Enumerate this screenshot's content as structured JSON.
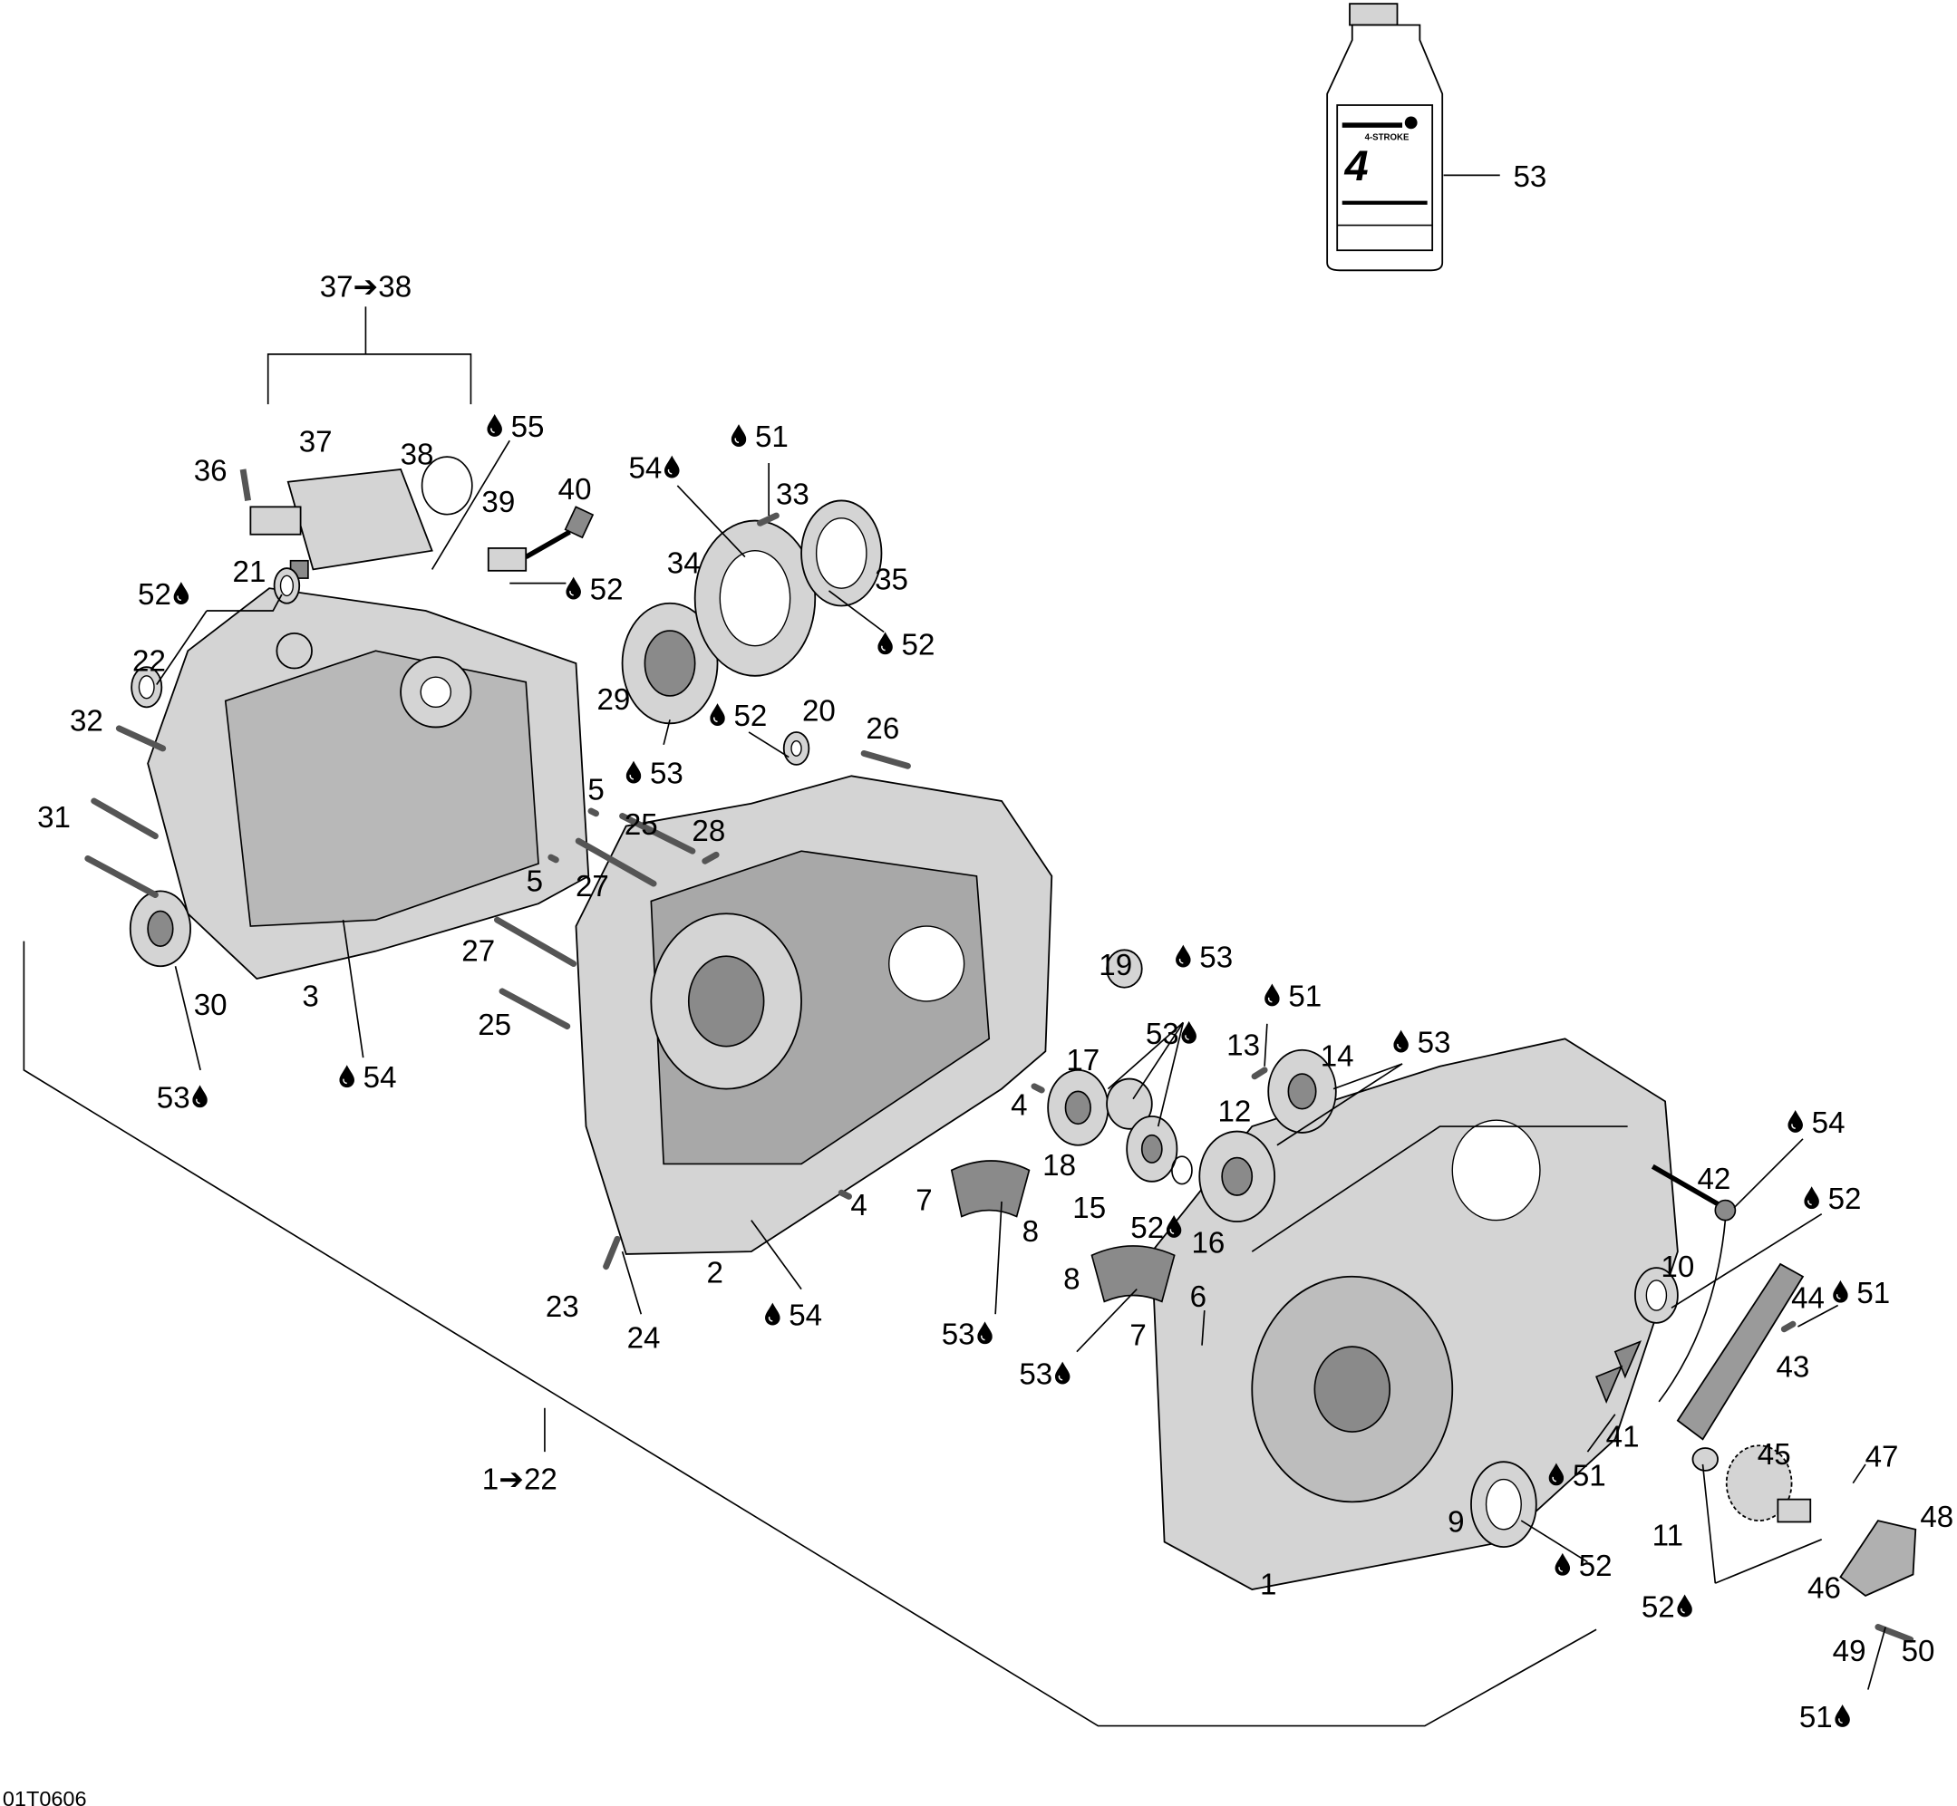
{
  "drawing_code": "01T0606",
  "bottle_label": "4-STROKE",
  "callouts": [
    {
      "num": "53",
      "lube": false
    },
    {
      "num": "37➔38",
      "lube": false
    },
    {
      "num": "55",
      "lube": true
    },
    {
      "num": "37",
      "lube": false
    },
    {
      "num": "38",
      "lube": false
    },
    {
      "num": "36",
      "lube": false
    },
    {
      "num": "39",
      "lube": false
    },
    {
      "num": "40",
      "lube": false
    },
    {
      "num": "52",
      "lube": true
    },
    {
      "num": "21",
      "lube": false
    },
    {
      "num": "52",
      "lube": true
    },
    {
      "num": "22",
      "lube": false
    },
    {
      "num": "32",
      "lube": false
    },
    {
      "num": "31",
      "lube": false
    },
    {
      "num": "30",
      "lube": false
    },
    {
      "num": "3",
      "lube": false
    },
    {
      "num": "54",
      "lube": true
    },
    {
      "num": "53",
      "lube": true
    },
    {
      "num": "54",
      "lube": true
    },
    {
      "num": "51",
      "lube": true
    },
    {
      "num": "33",
      "lube": false
    },
    {
      "num": "34",
      "lube": false
    },
    {
      "num": "35",
      "lube": false
    },
    {
      "num": "52",
      "lube": true
    },
    {
      "num": "29",
      "lube": false
    },
    {
      "num": "53",
      "lube": true
    },
    {
      "num": "52",
      "lube": true
    },
    {
      "num": "20",
      "lube": false
    },
    {
      "num": "26",
      "lube": false
    },
    {
      "num": "5",
      "lube": false
    },
    {
      "num": "25",
      "lube": false
    },
    {
      "num": "28",
      "lube": false
    },
    {
      "num": "5",
      "lube": false
    },
    {
      "num": "27",
      "lube": false
    },
    {
      "num": "27",
      "lube": false
    },
    {
      "num": "25",
      "lube": false
    },
    {
      "num": "19",
      "lube": false
    },
    {
      "num": "53",
      "lube": true
    },
    {
      "num": "51",
      "lube": true
    },
    {
      "num": "53",
      "lube": true
    },
    {
      "num": "13",
      "lube": false
    },
    {
      "num": "14",
      "lube": false
    },
    {
      "num": "53",
      "lube": true
    },
    {
      "num": "17",
      "lube": false
    },
    {
      "num": "12",
      "lube": false
    },
    {
      "num": "4",
      "lube": false
    },
    {
      "num": "18",
      "lube": false
    },
    {
      "num": "15",
      "lube": false
    },
    {
      "num": "52",
      "lube": true
    },
    {
      "num": "16",
      "lube": false
    },
    {
      "num": "7",
      "lube": false
    },
    {
      "num": "8",
      "lube": false
    },
    {
      "num": "4",
      "lube": false
    },
    {
      "num": "8",
      "lube": false
    },
    {
      "num": "7",
      "lube": false
    },
    {
      "num": "6",
      "lube": false
    },
    {
      "num": "53",
      "lube": true
    },
    {
      "num": "53",
      "lube": true
    },
    {
      "num": "2",
      "lube": false
    },
    {
      "num": "54",
      "lube": true
    },
    {
      "num": "23",
      "lube": false
    },
    {
      "num": "24",
      "lube": false
    },
    {
      "num": "54",
      "lube": true
    },
    {
      "num": "42",
      "lube": false
    },
    {
      "num": "52",
      "lube": true
    },
    {
      "num": "10",
      "lube": false
    },
    {
      "num": "44",
      "lube": false
    },
    {
      "num": "51",
      "lube": true
    },
    {
      "num": "43",
      "lube": false
    },
    {
      "num": "41",
      "lube": false
    },
    {
      "num": "51",
      "lube": true
    },
    {
      "num": "45",
      "lube": false
    },
    {
      "num": "47",
      "lube": false
    },
    {
      "num": "48",
      "lube": false
    },
    {
      "num": "9",
      "lube": false
    },
    {
      "num": "52",
      "lube": true
    },
    {
      "num": "11",
      "lube": false
    },
    {
      "num": "1",
      "lube": false
    },
    {
      "num": "46",
      "lube": false
    },
    {
      "num": "52",
      "lube": true
    },
    {
      "num": "49",
      "lube": false
    },
    {
      "num": "50",
      "lube": false
    },
    {
      "num": "51",
      "lube": true
    },
    {
      "num": "1➔22",
      "lube": false
    }
  ]
}
